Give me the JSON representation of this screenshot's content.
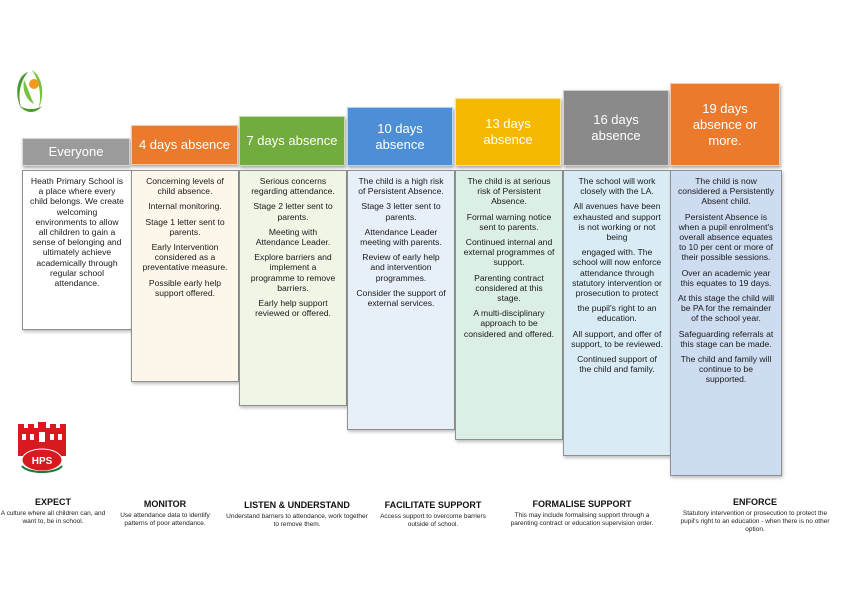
{
  "columns": [
    {
      "header": "Everyone",
      "header_color": "#9b9b9b",
      "body_color": "#ffffff",
      "body": [
        "Heath Primary School is a place where every child belongs.  We create welcoming environments to allow all children to gain a sense of belonging and ultimately achieve academically through regular school attendance."
      ]
    },
    {
      "header": "4 days absence",
      "header_color": "#ec7a2c",
      "body_color": "#fdf6ea",
      "body": [
        "Concerning levels of child absence.",
        "Internal monitoring.",
        "Stage 1 letter sent to parents.",
        "Early Intervention considered as a preventative measure.",
        "Possible early help support offered."
      ]
    },
    {
      "header": "7 days absence",
      "header_color": "#72ab3e",
      "body_color": "#f0f6e6",
      "body": [
        "Serious concerns regarding attendance.",
        "Stage 2 letter sent to parents.",
        "Meeting with Attendance Leader.",
        "Explore barriers and implement a programme to remove barriers.",
        "Early help support reviewed or offered."
      ]
    },
    {
      "header": "10 days absence",
      "header_color": "#4c8fd6",
      "body_color": "#e7eff8",
      "body": [
        "The child is a high risk of Persistent Absence.",
        "Stage 3 letter sent to parents.",
        "Attendance Leader meeting with parents.",
        "Review of early help and intervention programmes.",
        "Consider the support of external services."
      ]
    },
    {
      "header": "13 days absence",
      "header_color": "#f5b800",
      "body_color": "#dcefe6",
      "body": [
        "The child is at serious risk of Persistent Absence.",
        "Formal warning notice sent to parents.",
        "Continued internal and external programmes of support.",
        "Parenting contract considered at this stage.",
        "A multi-disciplinary approach to be considered and offered."
      ]
    },
    {
      "header": "16 days absence",
      "header_color": "#8a8a8a",
      "body_color": "#d9ecf5",
      "body": [
        "The school will work closely with the LA.",
        "All avenues have been exhausted and support is not working or not being",
        "engaged with.  The school will now enforce attendance through statutory intervention or prosecution to protect",
        "the pupil's right to an education.",
        "All support, and offer of support, to be reviewed.",
        "Continued support of the child and family."
      ]
    },
    {
      "header": "19 days absence or more.",
      "header_color": "#ec7a2c",
      "body_color": "#cddcf0",
      "body": [
        "The child is now considered a Persistently Absent child.",
        "Persistent Absence is when a pupil enrolment's overall absence equates to 10 per cent or more of their possible sessions.",
        "Over an academic year this equates to 19 days.",
        "At this stage the child will be PA for the remainder of the school year.",
        "Safeguarding referrals at this stage can be made.",
        "The child and family will continue to be supported."
      ]
    }
  ],
  "captions": [
    {
      "title": "EXPECT",
      "text": "A culture where all children can, and want to, be in school."
    },
    {
      "title": "MONITOR",
      "text": "Use attendance data to identify patterns of poor attendance."
    },
    {
      "title": "LISTEN & UNDERSTAND",
      "text": "Understand barriers to attendance, work together to remove them."
    },
    {
      "title": "FACILITATE SUPPORT",
      "text": "Access support to overcome barriers outside of school."
    },
    {
      "title": "FORMALISE SUPPORT",
      "text": "This may include formalising support through a parenting contract or education supervision order."
    },
    {
      "title": "ENFORCE",
      "text": "Statutory intervention or prosecution to protect the pupil's right to an education - when there is no other option."
    }
  ],
  "logo": {
    "icon": "circle-leaf-logo",
    "colors": [
      "#7cc242",
      "#4a9a2f",
      "#f39a1e"
    ]
  },
  "crest": {
    "icon": "school-crest",
    "text": "HPS",
    "colors": [
      "#d71920",
      "#ffffff",
      "#1a7a3a"
    ]
  }
}
